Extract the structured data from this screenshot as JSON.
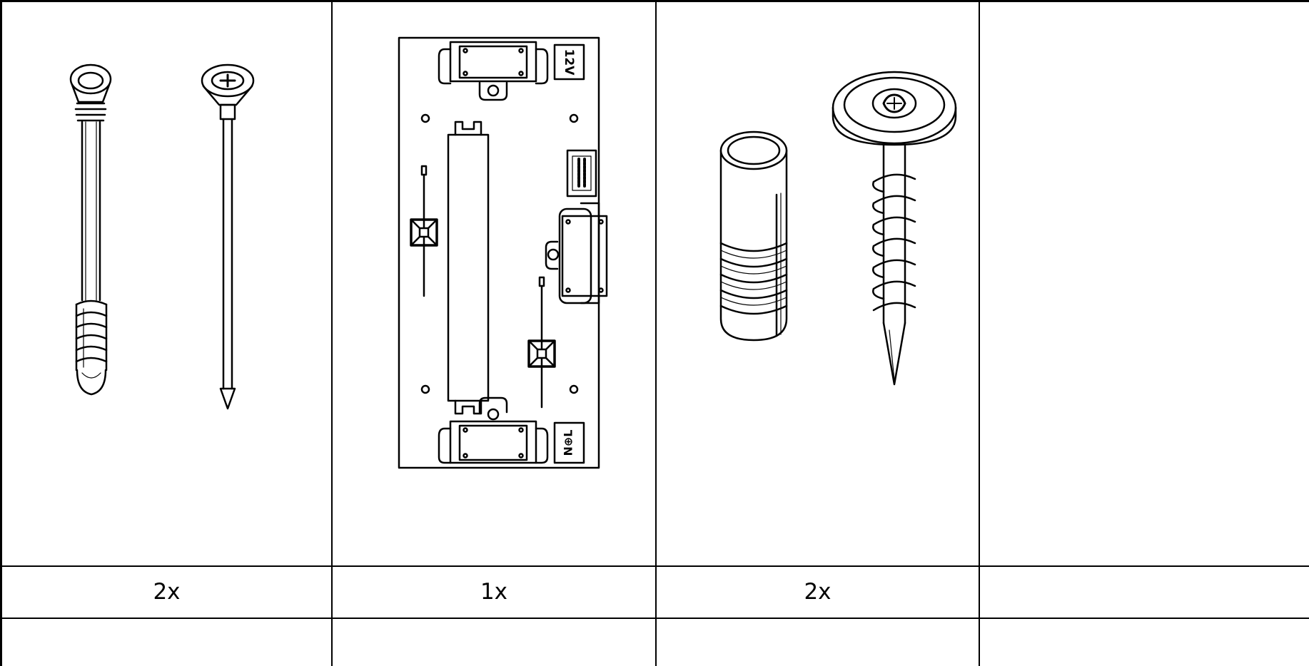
{
  "table": {
    "quantities": [
      "2x",
      "1x",
      "2x",
      ""
    ],
    "panel_labels": {
      "voltage": "12V",
      "terminal": "N⊕L"
    }
  },
  "icons": {
    "column_1": [
      "frame-anchor-icon",
      "countersunk-screw-icon"
    ],
    "column_2": [
      "mounting-plate-icon",
      "transformer-module-icon",
      "cable-tie-icon",
      "terminal-block-icon"
    ],
    "column_3": [
      "wall-plug-icon",
      "wafer-head-screw-icon"
    ]
  },
  "colors": {
    "line": "#000000",
    "background": "#ffffff"
  }
}
